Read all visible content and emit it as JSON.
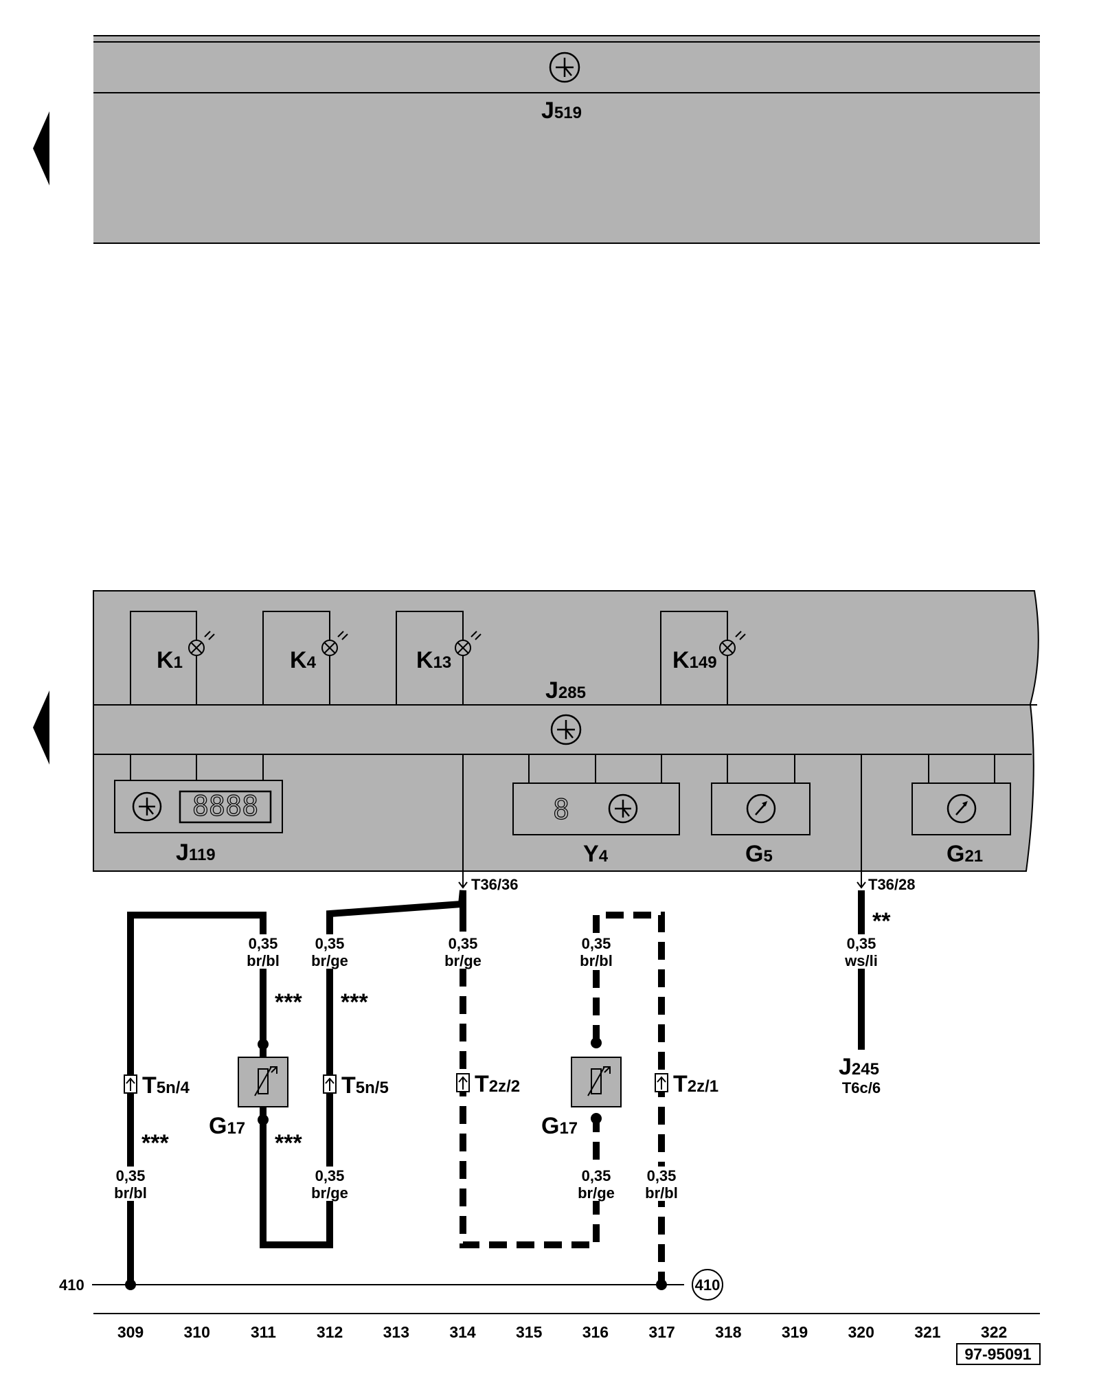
{
  "top_unit": {
    "name": "J",
    "sub": "519"
  },
  "cluster": {
    "name": "J",
    "sub": "285",
    "lamps": [
      {
        "name": "K",
        "sub": "1"
      },
      {
        "name": "K",
        "sub": "4"
      },
      {
        "name": "K",
        "sub": "13"
      },
      {
        "name": "K",
        "sub": "149"
      }
    ],
    "modules": [
      {
        "name": "J",
        "sub": "119",
        "display": "8888"
      },
      {
        "name": "Y",
        "sub": "4",
        "display": "8"
      },
      {
        "name": "G",
        "sub": "5"
      },
      {
        "name": "G",
        "sub": "21"
      }
    ],
    "pins": [
      "T36/36",
      "T36/28"
    ]
  },
  "connectors": [
    {
      "name": "T",
      "sub": "5n/4"
    },
    {
      "name": "T",
      "sub": "5n/5"
    },
    {
      "name": "T",
      "sub": "2z/2"
    },
    {
      "name": "T",
      "sub": "2z/1"
    }
  ],
  "sensors": [
    {
      "name": "G",
      "sub": "17"
    },
    {
      "name": "G",
      "sub": "17"
    }
  ],
  "target": {
    "name": "J",
    "sub": "245",
    "pin": "T6c/6"
  },
  "wire_labels": [
    {
      "size": "0,35",
      "color": "br/bl"
    },
    {
      "size": "0,35",
      "color": "br/ge"
    },
    {
      "size": "0,35",
      "color": "br/ge"
    },
    {
      "size": "0,35",
      "color": "br/bl"
    },
    {
      "size": "0,35",
      "color": "ws/li"
    },
    {
      "size": "0,35",
      "color": "br/bl"
    },
    {
      "size": "0,35",
      "color": "br/ge"
    },
    {
      "size": "0,35",
      "color": "br/ge"
    },
    {
      "size": "0,35",
      "color": "br/bl"
    }
  ],
  "notes": {
    "triple": "***",
    "double": "**"
  },
  "ground": {
    "left_label": "410",
    "circle_label": "410"
  },
  "grid_numbers": [
    "309",
    "310",
    "311",
    "312",
    "313",
    "314",
    "315",
    "316",
    "317",
    "318",
    "319",
    "320",
    "321",
    "322"
  ],
  "figure_code": "97-95091",
  "colors": {
    "panel": "#b3b3b3",
    "line": "#000000",
    "background": "#ffffff"
  }
}
